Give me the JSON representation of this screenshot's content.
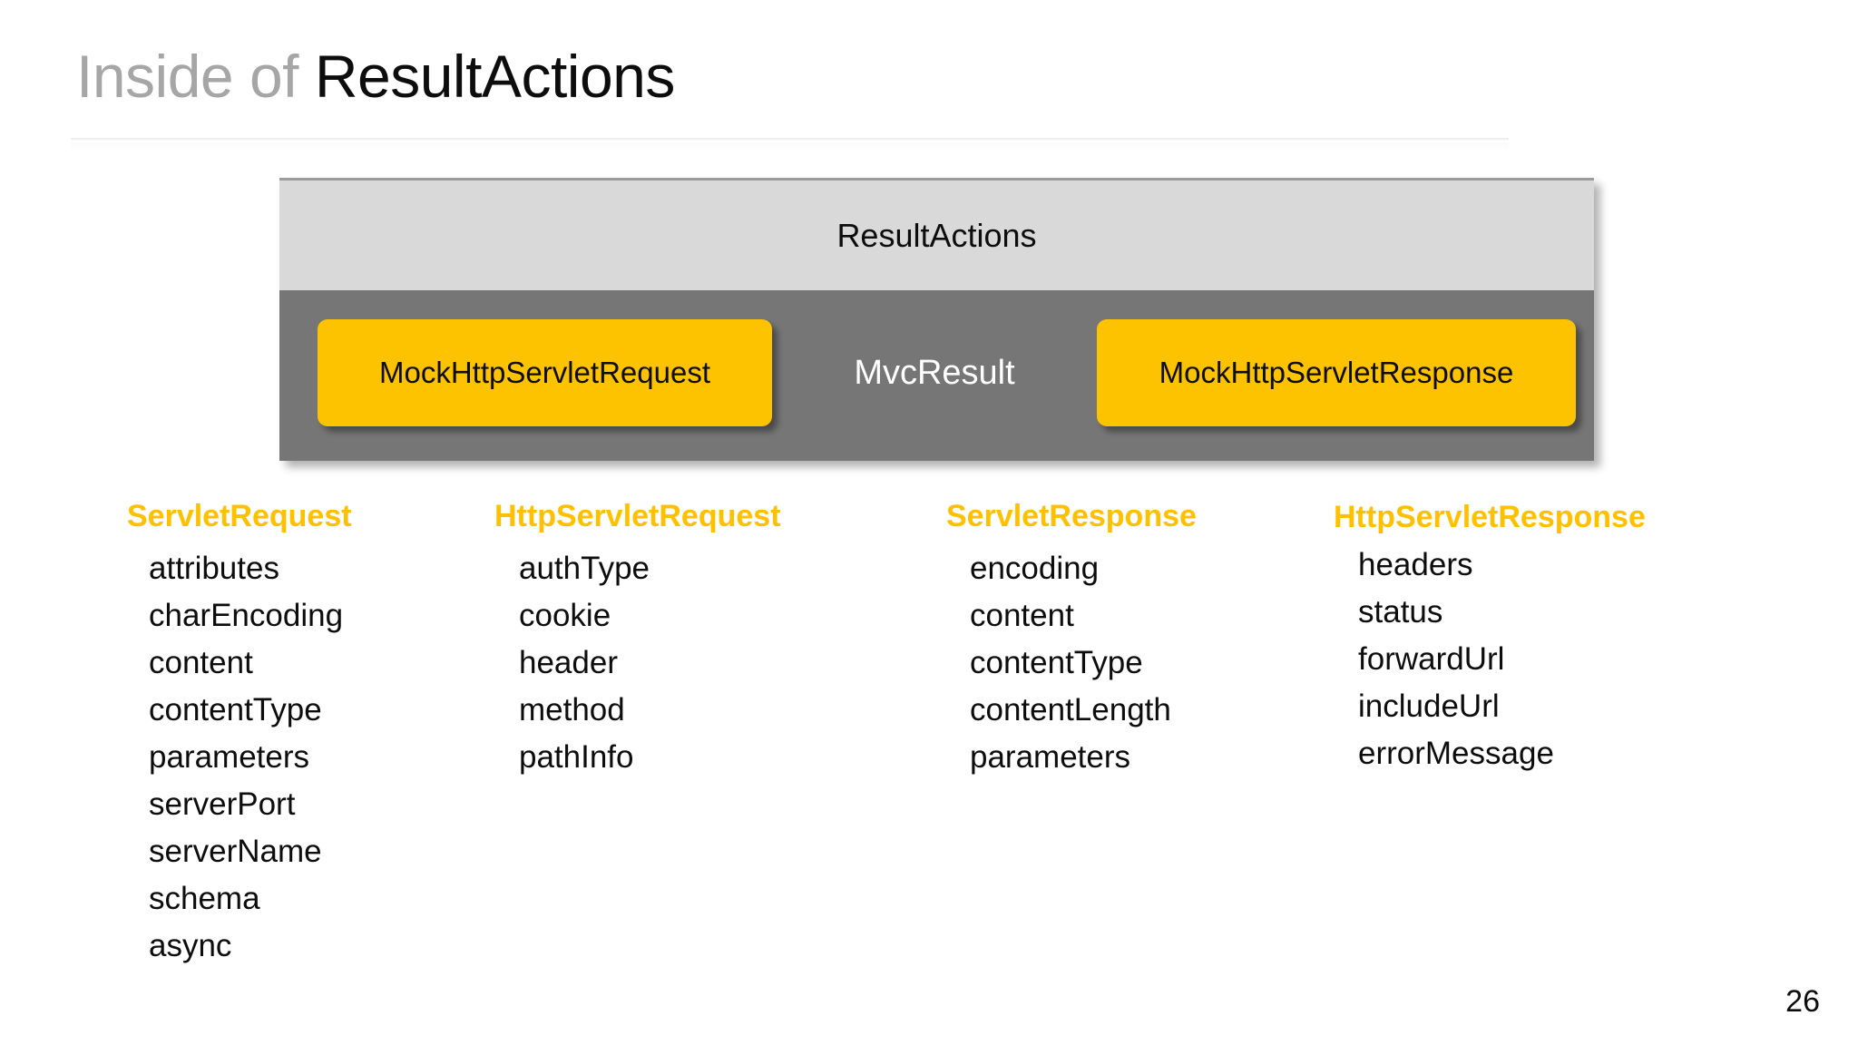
{
  "slide": {
    "title_light": "Inside of ",
    "title_bold": "ResultActions",
    "page_number": "26"
  },
  "diagram": {
    "header_label": "ResultActions",
    "mock_request_label": "MockHttpServletRequest",
    "mvc_result_label": "MvcResult",
    "mock_response_label": "MockHttpServletResponse",
    "colors": {
      "header_band": "#d9d9d9",
      "body_band": "#767676",
      "accent_yellow": "#fdc300",
      "mvc_text": "#ffffff"
    }
  },
  "columns": [
    {
      "heading": "ServletRequest",
      "items": [
        "attributes",
        "charEncoding",
        "content",
        "contentType",
        "parameters",
        "serverPort",
        "serverName",
        "schema",
        "async"
      ]
    },
    {
      "heading": "HttpServletRequest",
      "items": [
        "authType",
        "cookie",
        "header",
        "method",
        "pathInfo"
      ]
    },
    {
      "heading": "ServletResponse",
      "items": [
        "encoding",
        "content",
        "contentType",
        "contentLength",
        "parameters"
      ]
    },
    {
      "heading": "HttpServletResponse",
      "items": [
        "headers",
        "status",
        "forwardUrl",
        "includeUrl",
        "errorMessage"
      ]
    }
  ],
  "theme": {
    "heading_color": "#ffc000",
    "title_light_color": "#a6a6a6",
    "title_bold_color": "#0d0d0d"
  }
}
